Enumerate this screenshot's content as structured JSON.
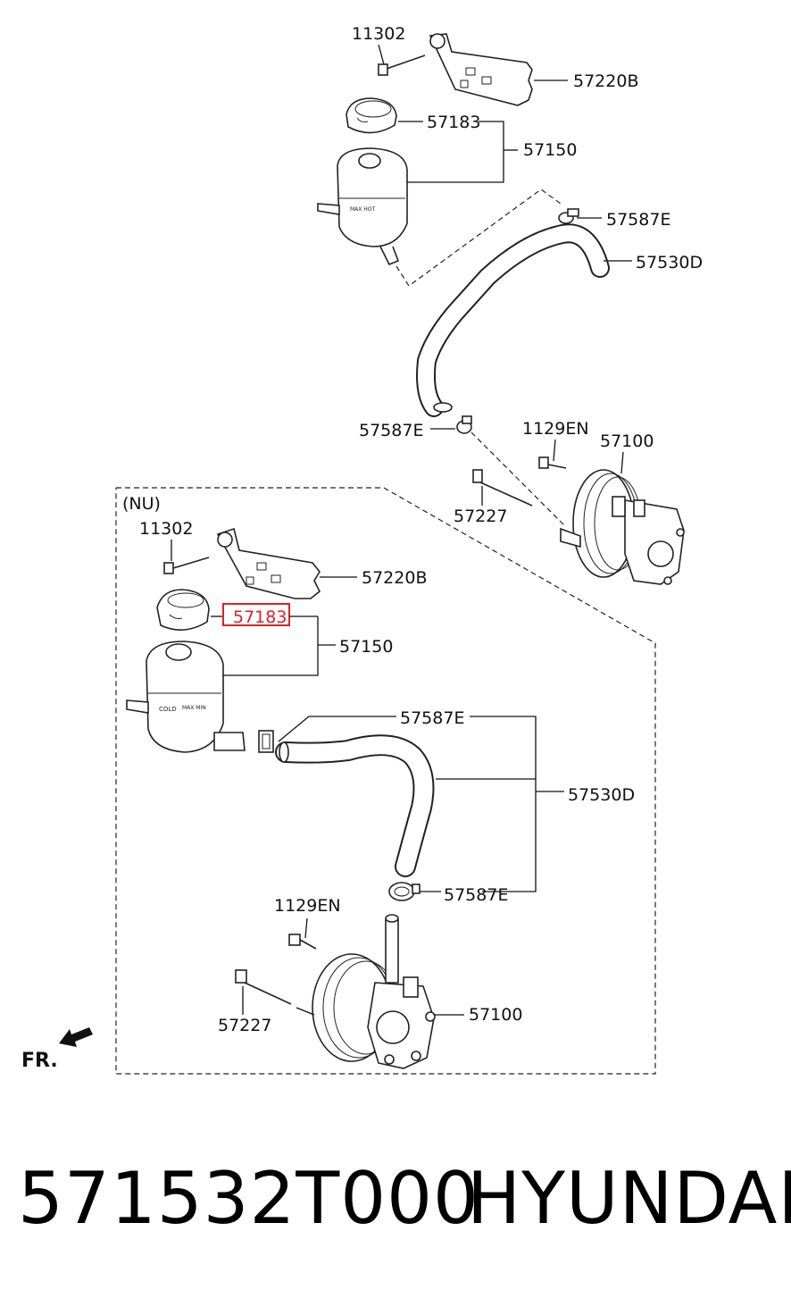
{
  "diagram": {
    "upper_callouts": {
      "bolt_11302": "11302",
      "bracket_57220b": "57220B",
      "cap_57183": "57183",
      "reservoir_57150": "57150",
      "clamp_57587e_top": "57587E",
      "hose_57530d": "57530D",
      "clamp_57587e_low": "57587E",
      "bolt_1129en": "1129EN",
      "pump_57100": "57100",
      "bolt_57227": "57227"
    },
    "nu_section": {
      "title": "(NU)",
      "bolt_11302": "11302",
      "bracket_57220b": "57220B",
      "cap_57183_highlighted": "57183",
      "reservoir_57150": "57150",
      "clamp_57587e_top": "57587E",
      "hose_57530d": "57530D",
      "clamp_57587e_low": "57587E",
      "bolt_1129en": "1129EN",
      "pump_57100": "57100",
      "bolt_57227": "57227"
    },
    "fr_label": "FR.",
    "highlight_color": "#e0202a"
  },
  "footer": {
    "part_number": "571532T000",
    "brand": "HYUNDAI"
  }
}
